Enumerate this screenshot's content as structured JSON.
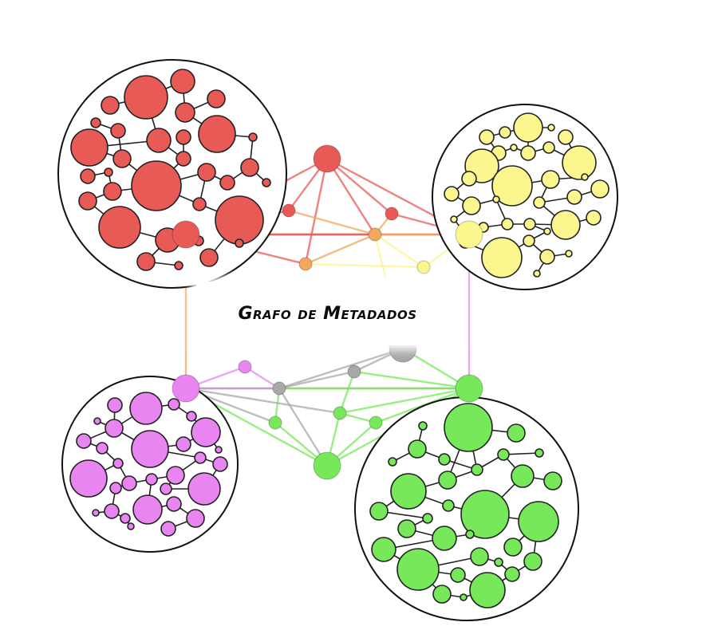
{
  "title": "Grafo de Metadados",
  "colors": {
    "red": "#e85a55",
    "yellow": "#fbf68d",
    "purple": "#e885f0",
    "green": "#77e85a",
    "gray": "#a8a8a8",
    "orange": "#f2a75a"
  },
  "clusters": [
    "red",
    "yellow",
    "purple",
    "green"
  ],
  "hubs": [
    "red",
    "red",
    "yellow",
    "purple",
    "green",
    "green",
    "gray"
  ]
}
